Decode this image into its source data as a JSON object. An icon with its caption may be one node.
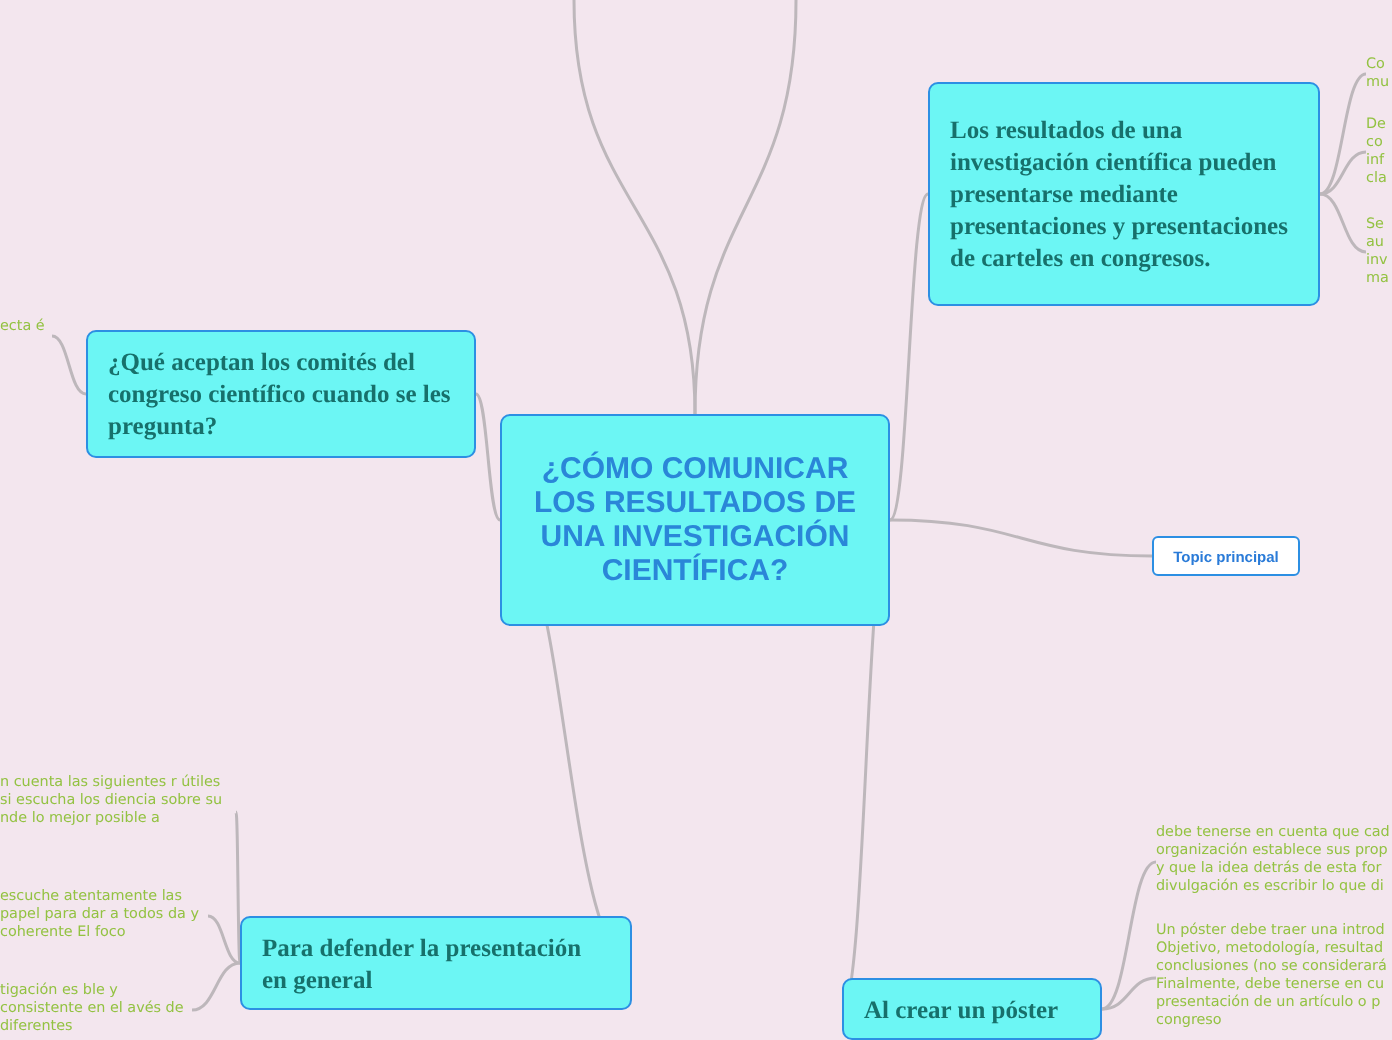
{
  "diagram": {
    "nodes": [
      {
        "text": [
          "¿CÓMO COMUNICAR LOS RESULTADOS DE UNA INVESTIGACIÓN CIENTÍFICA?"
        ]
      },
      {
        "text": [
          "Los resultados de una investigación científica pueden presentarse mediante presentaciones y presentaciones de carteles en congresos."
        ]
      },
      {
        "text": [
          "¿Qué aceptan los comités del congreso científico cuando se les pregunta?"
        ]
      },
      {
        "text": [
          "Topic principal"
        ]
      },
      {
        "text": [
          "Para defender la presentación en general"
        ]
      },
      {
        "text": [
          "Al crear un póster"
        ]
      },
      {
        "text": [
          "Co mu"
        ]
      },
      {
        "text": [
          "De co inf cla"
        ]
      },
      {
        "text": [
          "Se au inv ma"
        ]
      },
      {
        "text": [
          "ecta é"
        ]
      },
      {
        "text": [
          "n cuenta las siguientes r útiles si escucha los diencia sobre su nde lo mejor posible a"
        ]
      },
      {
        "text": [
          "escuche atentamente las papel para dar a todos da y coherente El foco"
        ]
      },
      {
        "text": [
          "tigación es ble y consistente en el avés de diferentes"
        ]
      },
      {
        "text": [
          "debe tenerse en cuenta que cad organización establece sus prop y que la idea detrás de esta for divulgación es escribir lo que di"
        ]
      },
      {
        "text": [
          "Un póster debe traer una introd Objetivo, metodología, resultad conclusiones (no se considerará Finalmente, debe tenerse en cu presentación de un artículo o p congreso"
        ]
      }
    ],
    "edges": [
      {
        "from": 0,
        "to": 1,
        "arrow": "none"
      },
      {
        "from": 0,
        "to": 2,
        "arrow": "none"
      },
      {
        "from": 0,
        "to": 3,
        "arrow": "none"
      },
      {
        "from": 0,
        "to": 4,
        "arrow": "none"
      },
      {
        "from": 0,
        "to": 5,
        "arrow": "none"
      },
      {
        "from": 0,
        "to": null,
        "arrow": "none"
      },
      {
        "from": 0,
        "to": null,
        "arrow": "none"
      },
      {
        "from": 1,
        "to": 6,
        "arrow": "none"
      },
      {
        "from": 1,
        "to": 7,
        "arrow": "none"
      },
      {
        "from": 1,
        "to": 8,
        "arrow": "none"
      },
      {
        "from": 2,
        "to": 9,
        "arrow": "none"
      },
      {
        "from": 4,
        "to": 10,
        "arrow": "none"
      },
      {
        "from": 4,
        "to": 11,
        "arrow": "none"
      },
      {
        "from": 4,
        "to": 12,
        "arrow": "none"
      },
      {
        "from": 5,
        "to": 13,
        "arrow": "none"
      },
      {
        "from": 5,
        "to": 14,
        "arrow": "none"
      }
    ]
  }
}
